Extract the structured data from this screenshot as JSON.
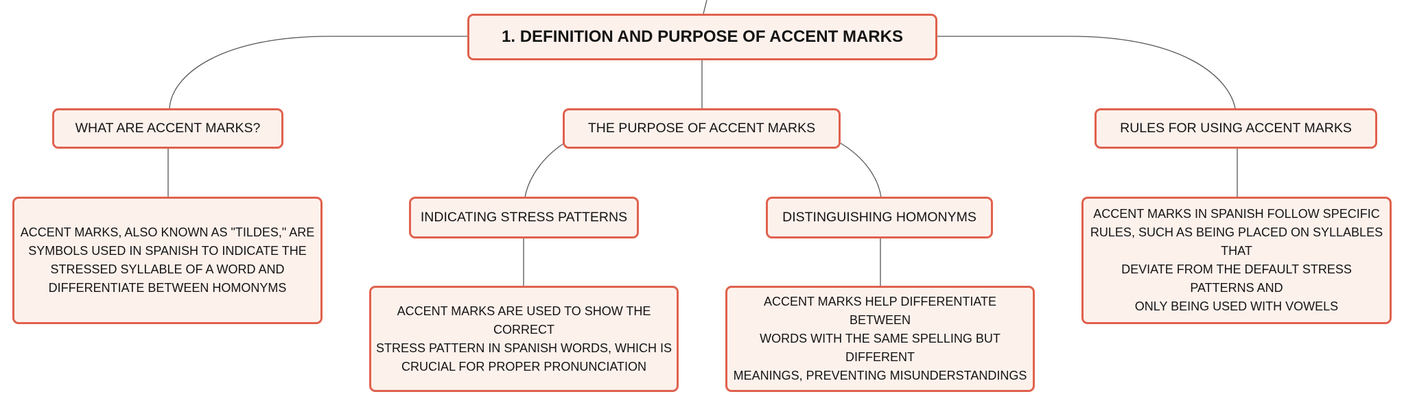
{
  "colors": {
    "node_fill": "#fdf1ec",
    "node_border": "#e0614d",
    "connector": "#555555",
    "text": "#141414"
  },
  "root": {
    "title": "1. DEFINITION AND PURPOSE OF ACCENT MARKS"
  },
  "branches": {
    "what": {
      "title": "WHAT ARE ACCENT MARKS?",
      "detail": [
        "ACCENT MARKS, ALSO KNOWN AS \"TILDES,\" ARE",
        "SYMBOLS USED IN SPANISH TO INDICATE THE",
        "STRESSED SYLLABLE OF A WORD AND",
        "DIFFERENTIATE BETWEEN HOMONYMS"
      ]
    },
    "purpose": {
      "title": "THE PURPOSE OF ACCENT MARKS",
      "stress": {
        "title": "INDICATING STRESS PATTERNS",
        "detail": [
          "ACCENT MARKS ARE USED TO SHOW THE CORRECT",
          "STRESS PATTERN IN SPANISH WORDS, WHICH IS",
          "CRUCIAL FOR PROPER PRONUNCIATION"
        ]
      },
      "homonyms": {
        "title": "DISTINGUISHING HOMONYMS",
        "detail": [
          "ACCENT MARKS HELP DIFFERENTIATE BETWEEN",
          "WORDS WITH THE SAME SPELLING BUT DIFFERENT",
          "MEANINGS, PREVENTING MISUNDERSTANDINGS"
        ]
      }
    },
    "rules": {
      "title": "RULES FOR USING ACCENT MARKS",
      "detail": [
        "ACCENT MARKS IN SPANISH FOLLOW SPECIFIC",
        "RULES, SUCH AS BEING PLACED ON SYLLABLES THAT",
        "DEVIATE FROM THE DEFAULT STRESS PATTERNS AND",
        "ONLY BEING USED WITH VOWELS"
      ]
    }
  }
}
